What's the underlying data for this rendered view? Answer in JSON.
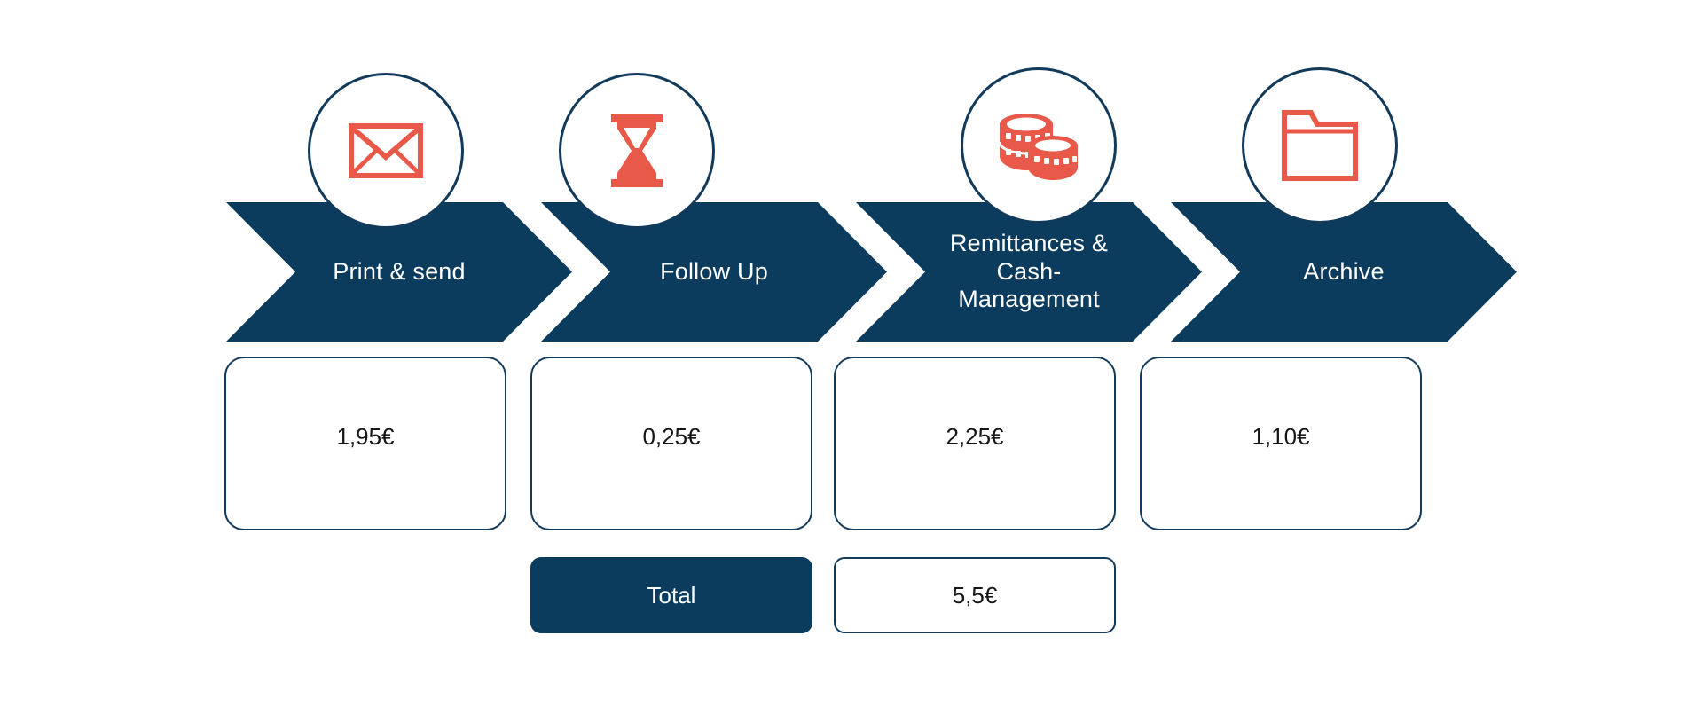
{
  "theme": {
    "navy": "#0B3C5D",
    "navy_stroke": "#123A5B",
    "coral": "#E8594A",
    "background": "#FFFFFF",
    "text_dark": "#161616",
    "text_light": "#FFFFFF"
  },
  "steps": [
    {
      "id": "print-send",
      "label": "Print & send",
      "icon": "envelope-icon",
      "value": "1,95€"
    },
    {
      "id": "follow-up",
      "label": "Follow Up",
      "icon": "hourglass-icon",
      "value": "0,25€"
    },
    {
      "id": "remittances-cash-management",
      "label": "Remittances &\nCash-\nManagement",
      "icon": "coins-icon",
      "value": "2,25€"
    },
    {
      "id": "archive",
      "label": "Archive",
      "icon": "folder-icon",
      "value": "1,10€"
    }
  ],
  "total_row": {
    "label": "Total",
    "value": "5,5€"
  },
  "chart_data": {
    "type": "bar",
    "title": "",
    "categories": [
      "Print & send",
      "Follow Up",
      "Remittances & Cash-Management",
      "Archive"
    ],
    "values": [
      1.95,
      0.25,
      2.25,
      1.1
    ],
    "unit": "€",
    "value_labels": [
      "1,95€",
      "0,25€",
      "2,25€",
      "1,10€"
    ],
    "total_label": "Total",
    "total_value": 5.5,
    "total_value_label": "5,5€",
    "xlabel": "",
    "ylabel": "",
    "legend": []
  }
}
